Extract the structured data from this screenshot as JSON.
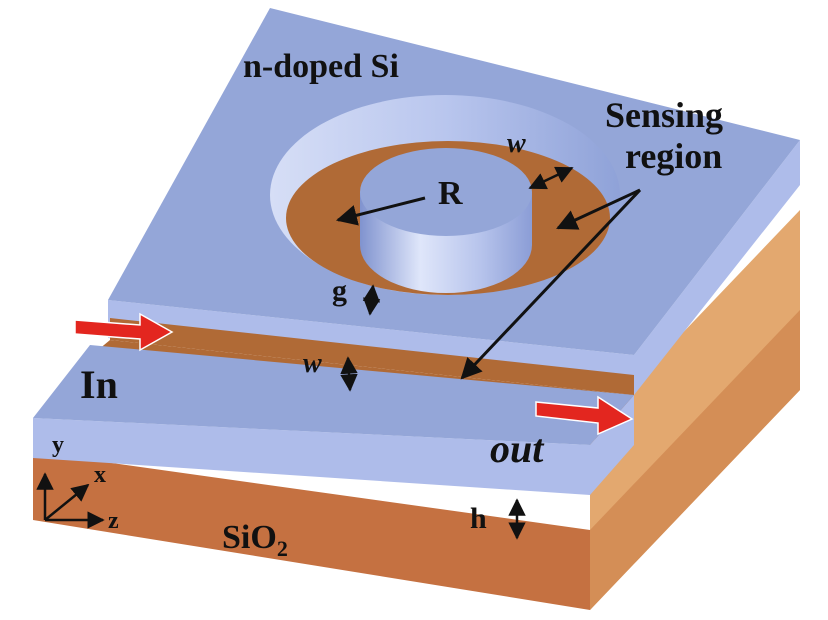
{
  "labels": {
    "n_doped_si": "n-doped Si",
    "sensing_line1": "Sensing",
    "sensing_line2": "region",
    "radius": "R",
    "width_ring": "w",
    "width_bus": "w",
    "gap": "g",
    "input": "In",
    "output": "out",
    "height": "h",
    "substrate_main": "SiO",
    "substrate_sub": "2",
    "axis_y": "y",
    "axis_x": "x",
    "axis_z": "z"
  },
  "colors": {
    "silicon_top": "#94a6d8",
    "silicon_side": "#aebcea",
    "silicon_edge": "#7e92cc",
    "sensing_brown": "#b06a36",
    "substrate_orange": "#c87440",
    "substrate_side": "#e0a66e",
    "arrow_red": "#e3261f",
    "text": "#111111"
  }
}
